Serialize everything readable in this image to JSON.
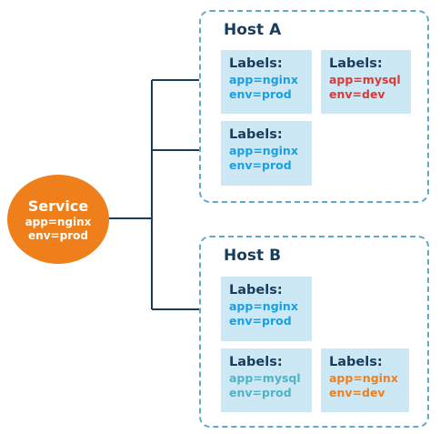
{
  "service": {
    "title": "Service",
    "labels": [
      "app=nginx",
      "env=prod"
    ]
  },
  "hosts": [
    {
      "title": "Host A",
      "pods": [
        {
          "heading": "Labels:",
          "labels": [
            "app=nginx",
            "env=prod"
          ],
          "label_color": "#1a9fe0"
        },
        {
          "heading": "Labels:",
          "labels": [
            "app=mysql",
            "env=dev"
          ],
          "label_color": "#d63a3a"
        },
        {
          "heading": "Labels:",
          "labels": [
            "app=nginx",
            "env=prod"
          ],
          "label_color": "#1a9fe0"
        }
      ]
    },
    {
      "title": "Host B",
      "pods": [
        {
          "heading": "Labels:",
          "labels": [
            "app=nginx",
            "env=prod"
          ],
          "label_color": "#1a9fe0"
        },
        {
          "heading": "Labels:",
          "labels": [
            "app=mysql",
            "env=prod"
          ],
          "label_color": "#4fb3c4"
        },
        {
          "heading": "Labels:",
          "labels": [
            "app=nginx",
            "env=dev"
          ],
          "label_color": "#f07f1f"
        }
      ]
    }
  ],
  "colors": {
    "service_fill": "#ef7f1a",
    "connector": "#1a3c5c",
    "host_border": "#60a8cc",
    "pod_fill": "#cce8f5",
    "heading_text": "#1a3c5c"
  }
}
